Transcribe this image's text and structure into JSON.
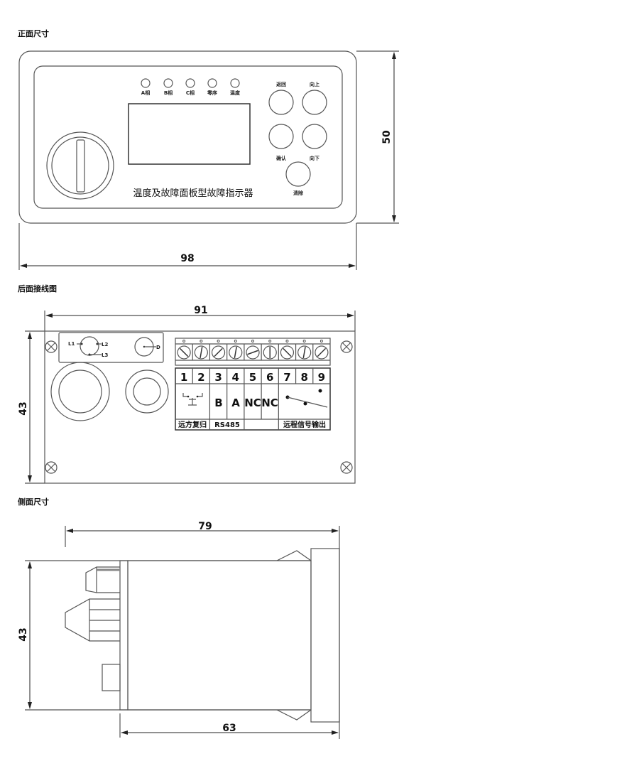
{
  "sections": {
    "front": "正面尺寸",
    "rear": "后面接线图",
    "side": "侧面尺寸"
  },
  "front": {
    "leds": [
      "A相",
      "B相",
      "C相",
      "零序",
      "温度"
    ],
    "buttons": {
      "back": "返回",
      "up": "向上",
      "confirm": "确认",
      "down": "向下",
      "clear": "清除"
    },
    "product_name": "温度及故障面板型故障指示器",
    "dim_height": "50",
    "dim_width": "98"
  },
  "rear": {
    "dim_width": "91",
    "dim_height": "43",
    "ct_labels": [
      "L1",
      "L2",
      "L3"
    ],
    "d_label": "D",
    "terminal_numbers": [
      "1",
      "2",
      "3",
      "4",
      "5",
      "6",
      "7",
      "8",
      "9"
    ],
    "terminal_functions": {
      "t3": "B",
      "t4": "A",
      "t5": "NC",
      "t6": "NC"
    },
    "groups": {
      "remote_reset": "远方复归",
      "rs485": "RS485",
      "remote_signal": "远程信号输出"
    }
  },
  "side": {
    "dim_top": "79",
    "dim_height": "43",
    "dim_bottom": "63"
  },
  "colors": {
    "line": "#555555",
    "text": "#111111"
  }
}
